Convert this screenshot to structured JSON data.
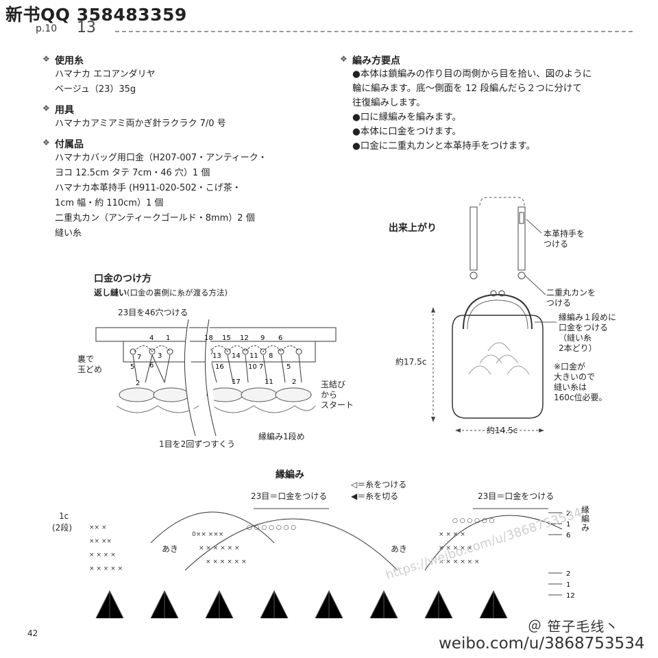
{
  "header": {
    "title": "新书QQ 358483359",
    "page_label": "p.10",
    "page_number": "13"
  },
  "materials": {
    "yarn": {
      "heading": "使用糸",
      "lines": [
        "ハマナカ エコアンダリヤ",
        "ベージュ（23）35g"
      ]
    },
    "tools": {
      "heading": "用具",
      "lines": [
        "ハマナカアミアミ両かぎ針ラクラク 7/0 号"
      ]
    },
    "accessories": {
      "heading": "付属品",
      "lines": [
        "ハマナカバッグ用口金（H207-007・アンティーク・",
        "ヨコ 12.5cm タテ 7cm・46 穴）1 個",
        "ハマナカ本革持手 (H911-020-502・こげ茶・",
        "1cm 幅・約 110cm）1 個",
        "二重丸カン（アンティークゴールド・8mm）2 個",
        "縫い糸"
      ]
    }
  },
  "points": {
    "heading": "編み方要点",
    "lines": [
      "●本体は鎖編みの作り目の両側から目を拾い、図のように",
      "輪に編みます。底〜側面を 12 段編んだら２つに分けて",
      "往復編みします。",
      "●口に縁編みを編みます。",
      "●本体に口金をつけます。",
      "●口金に二重丸カンと本革持手をつけます。"
    ]
  },
  "finished": {
    "heading": "出来上がり",
    "label_handle": [
      "本革持手を",
      "つける"
    ],
    "label_ring": [
      "二重丸カンを",
      "つける"
    ],
    "label_frame": [
      "縁編み１段めに",
      "口金をつける",
      "（縫い糸",
      "2本どり）"
    ],
    "note": [
      "※口金が",
      "大きいので",
      "縫い糸は",
      "160c位必要。"
    ],
    "height": "約17.5c",
    "width": "約14.5c"
  },
  "attach": {
    "heading": "口金のつけ方",
    "subheading": "返し縫い",
    "subnote": "(口金の裏側に糸が渡る方法)",
    "holes_label": "23目を46穴つける",
    "left_label": [
      "裏で",
      "玉どめ"
    ],
    "right_label": [
      "玉結び",
      "から",
      "スタート"
    ],
    "bottom_label": "1目を2回ずつすくう",
    "edge_label": "縁編み1段め",
    "top_nums_left": [
      "4",
      "1"
    ],
    "mid_nums_left": [
      "7",
      "6",
      "3"
    ],
    "low_nums_left": [
      "5",
      "2"
    ],
    "top_nums_right": [
      "18",
      "15",
      "12",
      "9",
      "6"
    ],
    "mid_nums_right": [
      "13",
      "14",
      "11",
      "8"
    ],
    "low_nums_right": [
      "16",
      "10",
      "7",
      "5",
      "17",
      "11",
      "2"
    ]
  },
  "edging": {
    "heading": "縁編み",
    "legend_attach": "◁＝糸をつける",
    "legend_cut": "◀＝糸を切る",
    "frame_label": "23目＝口金をつける",
    "left_c": "1c",
    "left_row": "(2段)",
    "gap_label": "あき",
    "side_label": "縁編み",
    "row_numbers_top": [
      "2",
      "1",
      "6"
    ],
    "row_numbers_bottom": [
      "2",
      "1",
      "12"
    ]
  },
  "footer": {
    "page": "42",
    "watermark": "https://weibo.com/u/3868753534",
    "weibo_name": "＠ 笹子毛线丶",
    "weibo_url": "weibo.com/u/3868753534"
  }
}
